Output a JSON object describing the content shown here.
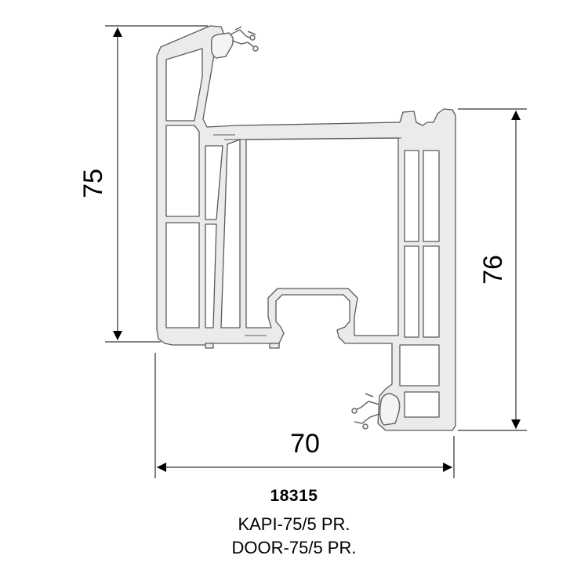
{
  "dimensions": {
    "left_height": "75",
    "right_height": "76",
    "width": "70"
  },
  "caption": {
    "code": "18315",
    "name_tr": "KAPI-75/5 PR.",
    "name_en": "DOOR-75/5 PR."
  },
  "colors": {
    "profile_fill": "#ebebeb",
    "profile_stroke": "#5a5a5a",
    "gasket": "#6a6a6a",
    "dimension_line": "#000000"
  }
}
